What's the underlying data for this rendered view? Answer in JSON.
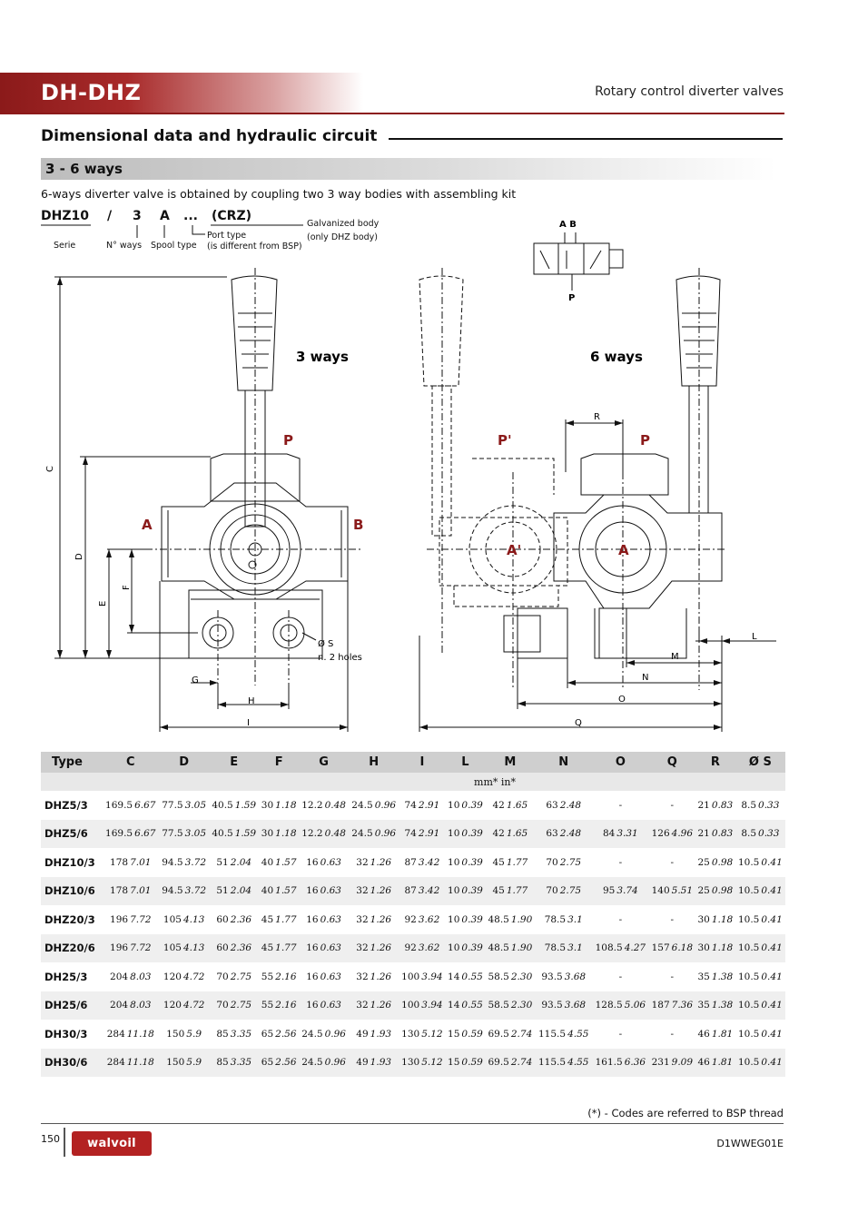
{
  "header": {
    "title": "DH-DHZ",
    "subtitle": "Rotary control diverter valves"
  },
  "section_title": "Dimensional data and hydraulic circuit",
  "sub_title": "3 - 6 ways",
  "description": "6-ways diverter valve is obtained by coupling two 3 way bodies with assembling kit",
  "code": {
    "c1": "DHZ10",
    "slash": "/",
    "c2": "3",
    "c3": "A",
    "c4": "...",
    "c5": "(CRZ)",
    "serie": "Serie",
    "ways": "N° ways",
    "spool": "Spool type",
    "port1": "Port type",
    "port2": "(is different from BSP)",
    "galv1": "Galvanized body",
    "galv2": "(only DHZ body)"
  },
  "diagram": {
    "symbol_ab": "A B",
    "symbol_p": "P",
    "three_ways": "3 ways",
    "six_ways": "6 ways",
    "P": "P",
    "Pprime": "P'",
    "A": "A",
    "Aprime": "A'",
    "B": "B",
    "C": "C",
    "D": "D",
    "E": "E",
    "F": "F",
    "G": "G",
    "H": "H",
    "I": "I",
    "L": "L",
    "M": "M",
    "N": "N",
    "O": "O",
    "Q": "Q",
    "R": "R",
    "holes1": "Ø S",
    "holes2": "n. 2 holes"
  },
  "table": {
    "headers": [
      "Type",
      "C",
      "D",
      "E",
      "F",
      "G",
      "H",
      "I",
      "L",
      "M",
      "N",
      "O",
      "Q",
      "R",
      "Ø S"
    ],
    "units": "mm*  in*",
    "rows": [
      [
        "DHZ5/3",
        [
          "169.5",
          "6.67"
        ],
        [
          "77.5",
          "3.05"
        ],
        [
          "40.5",
          "1.59"
        ],
        [
          "30",
          "1.18"
        ],
        [
          "12.2",
          "0.48"
        ],
        [
          "24.5",
          "0.96"
        ],
        [
          "74",
          "2.91"
        ],
        [
          "10",
          "0.39"
        ],
        [
          "42",
          "1.65"
        ],
        [
          "63",
          "2.48"
        ],
        [
          "-",
          ""
        ],
        [
          "-",
          ""
        ],
        [
          "21",
          "0.83"
        ],
        [
          "8.5",
          "0.33"
        ]
      ],
      [
        "DHZ5/6",
        [
          "169.5",
          "6.67"
        ],
        [
          "77.5",
          "3.05"
        ],
        [
          "40.5",
          "1.59"
        ],
        [
          "30",
          "1.18"
        ],
        [
          "12.2",
          "0.48"
        ],
        [
          "24.5",
          "0.96"
        ],
        [
          "74",
          "2.91"
        ],
        [
          "10",
          "0.39"
        ],
        [
          "42",
          "1.65"
        ],
        [
          "63",
          "2.48"
        ],
        [
          "84",
          "3.31"
        ],
        [
          "126",
          "4.96"
        ],
        [
          "21",
          "0.83"
        ],
        [
          "8.5",
          "0.33"
        ]
      ],
      [
        "DHZ10/3",
        [
          "178",
          "7.01"
        ],
        [
          "94.5",
          "3.72"
        ],
        [
          "51",
          "2.04"
        ],
        [
          "40",
          "1.57"
        ],
        [
          "16",
          "0.63"
        ],
        [
          "32",
          "1.26"
        ],
        [
          "87",
          "3.42"
        ],
        [
          "10",
          "0.39"
        ],
        [
          "45",
          "1.77"
        ],
        [
          "70",
          "2.75"
        ],
        [
          "-",
          ""
        ],
        [
          "-",
          ""
        ],
        [
          "25",
          "0.98"
        ],
        [
          "10.5",
          "0.41"
        ]
      ],
      [
        "DHZ10/6",
        [
          "178",
          "7.01"
        ],
        [
          "94.5",
          "3.72"
        ],
        [
          "51",
          "2.04"
        ],
        [
          "40",
          "1.57"
        ],
        [
          "16",
          "0.63"
        ],
        [
          "32",
          "1.26"
        ],
        [
          "87",
          "3.42"
        ],
        [
          "10",
          "0.39"
        ],
        [
          "45",
          "1.77"
        ],
        [
          "70",
          "2.75"
        ],
        [
          "95",
          "3.74"
        ],
        [
          "140",
          "5.51"
        ],
        [
          "25",
          "0.98"
        ],
        [
          "10.5",
          "0.41"
        ]
      ],
      [
        "DHZ20/3",
        [
          "196",
          "7.72"
        ],
        [
          "105",
          "4.13"
        ],
        [
          "60",
          "2.36"
        ],
        [
          "45",
          "1.77"
        ],
        [
          "16",
          "0.63"
        ],
        [
          "32",
          "1.26"
        ],
        [
          "92",
          "3.62"
        ],
        [
          "10",
          "0.39"
        ],
        [
          "48.5",
          "1.90"
        ],
        [
          "78.5",
          "3.1"
        ],
        [
          "-",
          ""
        ],
        [
          "-",
          ""
        ],
        [
          "30",
          "1.18"
        ],
        [
          "10.5",
          "0.41"
        ]
      ],
      [
        "DHZ20/6",
        [
          "196",
          "7.72"
        ],
        [
          "105",
          "4.13"
        ],
        [
          "60",
          "2.36"
        ],
        [
          "45",
          "1.77"
        ],
        [
          "16",
          "0.63"
        ],
        [
          "32",
          "1.26"
        ],
        [
          "92",
          "3.62"
        ],
        [
          "10",
          "0.39"
        ],
        [
          "48.5",
          "1.90"
        ],
        [
          "78.5",
          "3.1"
        ],
        [
          "108.5",
          "4.27"
        ],
        [
          "157",
          "6.18"
        ],
        [
          "30",
          "1.18"
        ],
        [
          "10.5",
          "0.41"
        ]
      ],
      [
        "DH25/3",
        [
          "204",
          "8.03"
        ],
        [
          "120",
          "4.72"
        ],
        [
          "70",
          "2.75"
        ],
        [
          "55",
          "2.16"
        ],
        [
          "16",
          "0.63"
        ],
        [
          "32",
          "1.26"
        ],
        [
          "100",
          "3.94"
        ],
        [
          "14",
          "0.55"
        ],
        [
          "58.5",
          "2.30"
        ],
        [
          "93.5",
          "3.68"
        ],
        [
          "-",
          ""
        ],
        [
          "-",
          ""
        ],
        [
          "35",
          "1.38"
        ],
        [
          "10.5",
          "0.41"
        ]
      ],
      [
        "DH25/6",
        [
          "204",
          "8.03"
        ],
        [
          "120",
          "4.72"
        ],
        [
          "70",
          "2.75"
        ],
        [
          "55",
          "2.16"
        ],
        [
          "16",
          "0.63"
        ],
        [
          "32",
          "1.26"
        ],
        [
          "100",
          "3.94"
        ],
        [
          "14",
          "0.55"
        ],
        [
          "58.5",
          "2.30"
        ],
        [
          "93.5",
          "3.68"
        ],
        [
          "128.5",
          "5.06"
        ],
        [
          "187",
          "7.36"
        ],
        [
          "35",
          "1.38"
        ],
        [
          "10.5",
          "0.41"
        ]
      ],
      [
        "DH30/3",
        [
          "284",
          "11.18"
        ],
        [
          "150",
          "5.9"
        ],
        [
          "85",
          "3.35"
        ],
        [
          "65",
          "2.56"
        ],
        [
          "24.5",
          "0.96"
        ],
        [
          "49",
          "1.93"
        ],
        [
          "130",
          "5.12"
        ],
        [
          "15",
          "0.59"
        ],
        [
          "69.5",
          "2.74"
        ],
        [
          "115.5",
          "4.55"
        ],
        [
          "-",
          ""
        ],
        [
          "-",
          ""
        ],
        [
          "46",
          "1.81"
        ],
        [
          "10.5",
          "0.41"
        ]
      ],
      [
        "DH30/6",
        [
          "284",
          "11.18"
        ],
        [
          "150",
          "5.9"
        ],
        [
          "85",
          "3.35"
        ],
        [
          "65",
          "2.56"
        ],
        [
          "24.5",
          "0.96"
        ],
        [
          "49",
          "1.93"
        ],
        [
          "130",
          "5.12"
        ],
        [
          "15",
          "0.59"
        ],
        [
          "69.5",
          "2.74"
        ],
        [
          "115.5",
          "4.55"
        ],
        [
          "161.5",
          "6.36"
        ],
        [
          "231",
          "9.09"
        ],
        [
          "46",
          "1.81"
        ],
        [
          "10.5",
          "0.41"
        ]
      ]
    ]
  },
  "footnote": "(*) - Codes are referred to BSP thread",
  "page_number": "150",
  "logo": "walvoil",
  "doc_code": "D1WWEG01E"
}
